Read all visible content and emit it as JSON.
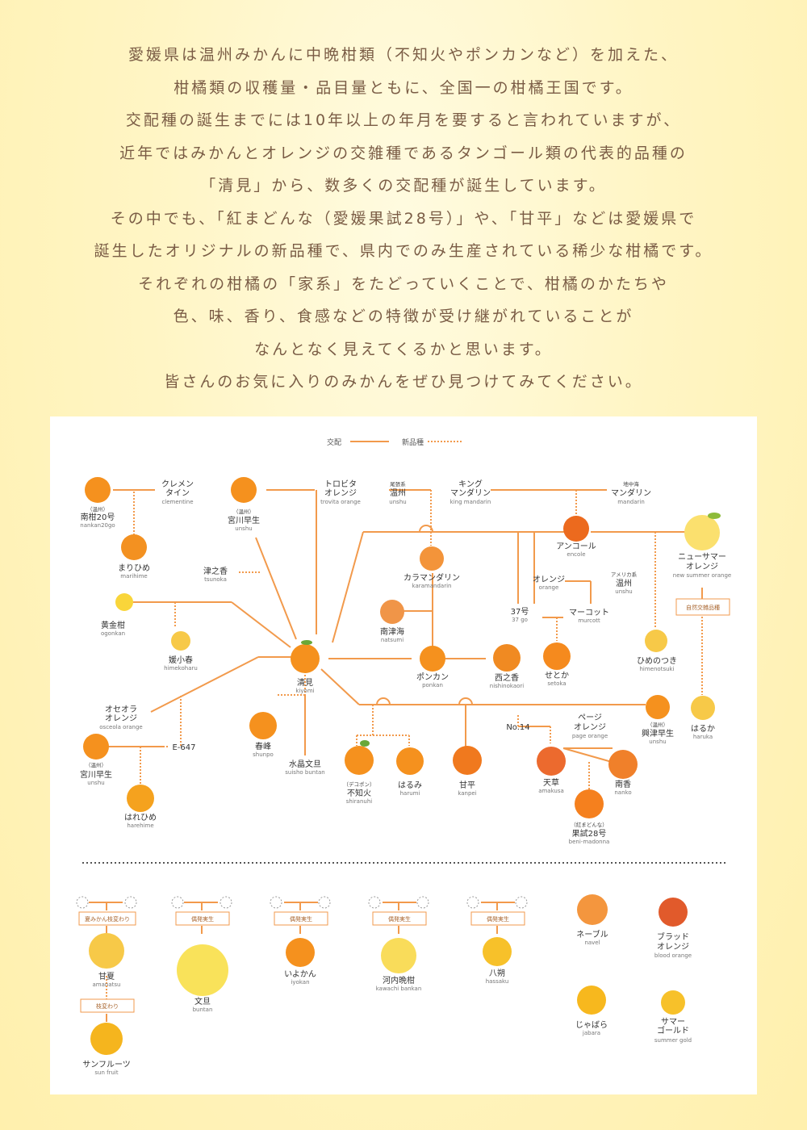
{
  "intro": {
    "lines": [
      "愛媛県は温州みかんに中晩柑類（不知火やポンカンなど）を加えた、",
      "柑橘類の収穫量・品目量ともに、全国一の柑橘王国です。",
      "交配種の誕生までには10年以上の年月を要すると言われていますが、",
      "近年ではみかんとオレンジの交雑種であるタンゴール類の代表的品種の",
      "「清見」から、数多くの交配種が誕生しています。",
      "その中でも、「紅まどんな（愛媛果試28号）」や、「甘平」などは愛媛県で",
      "誕生したオリジナルの新品種で、県内でのみ生産されている稀少な柑橘です。",
      "それぞれの柑橘の「家系」をたどっていくことで、柑橘のかたちや",
      "色、味、香り、食感などの特徴が受け継がれていることが",
      "なんとなく見えてくるかと思います。",
      "皆さんのお気に入りのみかんをぜひ見つけてみてください。"
    ]
  },
  "legend": {
    "cross": "交配",
    "new_variety": "新品種"
  },
  "colors": {
    "line": "#f29a4c",
    "orange": "#f5911e",
    "yellow": "#f7c948",
    "pale": "#fbe06e",
    "red": "#e15a2b",
    "text": "#7a5c45"
  },
  "nodes": {
    "nankan20": {
      "tag": "（温州）",
      "ja": "南柑20号",
      "en": "nankan20go"
    },
    "clementine": {
      "ja1": "クレメン",
      "ja2": "タイン",
      "en": "clementine"
    },
    "marihime": {
      "ja": "まりひめ",
      "en": "marihime"
    },
    "miyagawa1": {
      "tag": "（温州）",
      "ja": "宮川早生",
      "en": "unshu"
    },
    "trovita": {
      "ja1": "トロビタ",
      "ja2": "オレンジ",
      "en": "trovita orange"
    },
    "tsunoka": {
      "ja": "津之香",
      "en": "tsunoka"
    },
    "owari": {
      "tag": "尾張系",
      "ja": "温州",
      "en": "unshu"
    },
    "king": {
      "ja1": "キング",
      "ja2": "マンダリン",
      "en": "king mandarin"
    },
    "mediterranean": {
      "tag": "地中海",
      "ja": "マンダリン",
      "en": "mandarin"
    },
    "encore": {
      "ja": "アンコール",
      "en": "encole"
    },
    "newsummer": {
      "ja1": "ニューサマー",
      "ja2": "オレンジ",
      "en": "new summer orange"
    },
    "karamandarin": {
      "ja": "カラマンダリン",
      "en": "karamandarin"
    },
    "orange": {
      "ja": "オレンジ",
      "en": "orange"
    },
    "americaunshu": {
      "tag": "アメリカ系",
      "ja": "温州",
      "en": "unshu"
    },
    "ogonkan": {
      "ja": "黄金柑",
      "en": "ogonkan"
    },
    "himekoharu": {
      "ja": "媛小春",
      "en": "himekoharu"
    },
    "natsumi": {
      "ja": "南津海",
      "en": "natsumi"
    },
    "go37": {
      "ja": "37号",
      "en": "37 go"
    },
    "murcott": {
      "ja": "マーコット",
      "en": "murcott"
    },
    "himenotsuki": {
      "ja": "ひめのつき",
      "en": "himenotsuki"
    },
    "natural_hybrid": {
      "ja": "自然交雑品種"
    },
    "kiyomi": {
      "ja": "清見",
      "en": "kiyomi"
    },
    "ponkan": {
      "ja": "ポンカン",
      "en": "ponkan"
    },
    "nishinokaori": {
      "ja": "西之香",
      "en": "nishinokaori"
    },
    "setoka": {
      "ja": "せとか",
      "en": "setoka"
    },
    "osceola": {
      "ja1": "オセオラ",
      "ja2": "オレンジ",
      "en": "osceola orange"
    },
    "e647": {
      "ja": "E-647"
    },
    "shunpo": {
      "ja": "春峰",
      "en": "shunpo"
    },
    "suisho": {
      "ja": "水晶文旦",
      "en": "suisho buntan"
    },
    "no14": {
      "ja": "No.14"
    },
    "page": {
      "ja1": "ページ",
      "ja2": "オレンジ",
      "en": "page orange"
    },
    "okitsu": {
      "tag": "（温州）",
      "ja": "興津早生",
      "en": "unshu"
    },
    "haruka": {
      "ja": "はるか",
      "en": "haruka"
    },
    "miyagawa2": {
      "tag": "（温州）",
      "ja": "宮川早生",
      "en": "unshu"
    },
    "harehime": {
      "ja": "はれひめ",
      "en": "harehime"
    },
    "shiranuhi": {
      "tag": "（デコポン）",
      "ja": "不知火",
      "en": "shiranuhi"
    },
    "harumi": {
      "ja": "はるみ",
      "en": "harumi"
    },
    "kanpei": {
      "ja": "甘平",
      "en": "kanpei"
    },
    "amakusa": {
      "ja": "天草",
      "en": "amakusa"
    },
    "nanko": {
      "ja": "南香",
      "en": "nanko"
    },
    "benimadonna": {
      "tag": "（紅まどんな）",
      "ja": "果試28号",
      "en": "beni-madonna"
    }
  },
  "bottom": {
    "amanatsu": {
      "tag": "夏みかん枝変わり",
      "ja": "甘夏",
      "en": "amanatsu"
    },
    "edagawari": {
      "tag": "枝変わり"
    },
    "sunfruit": {
      "ja": "サンフルーツ",
      "en": "sun fruit"
    },
    "buntan": {
      "tag": "偶発実生",
      "ja": "文旦",
      "en": "buntan"
    },
    "iyokan": {
      "tag": "偶発実生",
      "ja": "いよかん",
      "en": "iyokan"
    },
    "kawachi": {
      "tag": "偶発実生",
      "ja": "河内晩柑",
      "en": "kawachi bankan"
    },
    "hassaku": {
      "tag": "偶発実生",
      "ja": "八朔",
      "en": "hassaku"
    },
    "navel": {
      "ja": "ネーブル",
      "en": "navel"
    },
    "blood": {
      "ja1": "ブラッド",
      "ja2": "オレンジ",
      "en": "blood orange"
    },
    "jabara": {
      "ja": "じゃばら",
      "en": "jabara"
    },
    "summergold": {
      "ja1": "サマー",
      "ja2": "ゴールド",
      "en": "summer gold"
    }
  }
}
